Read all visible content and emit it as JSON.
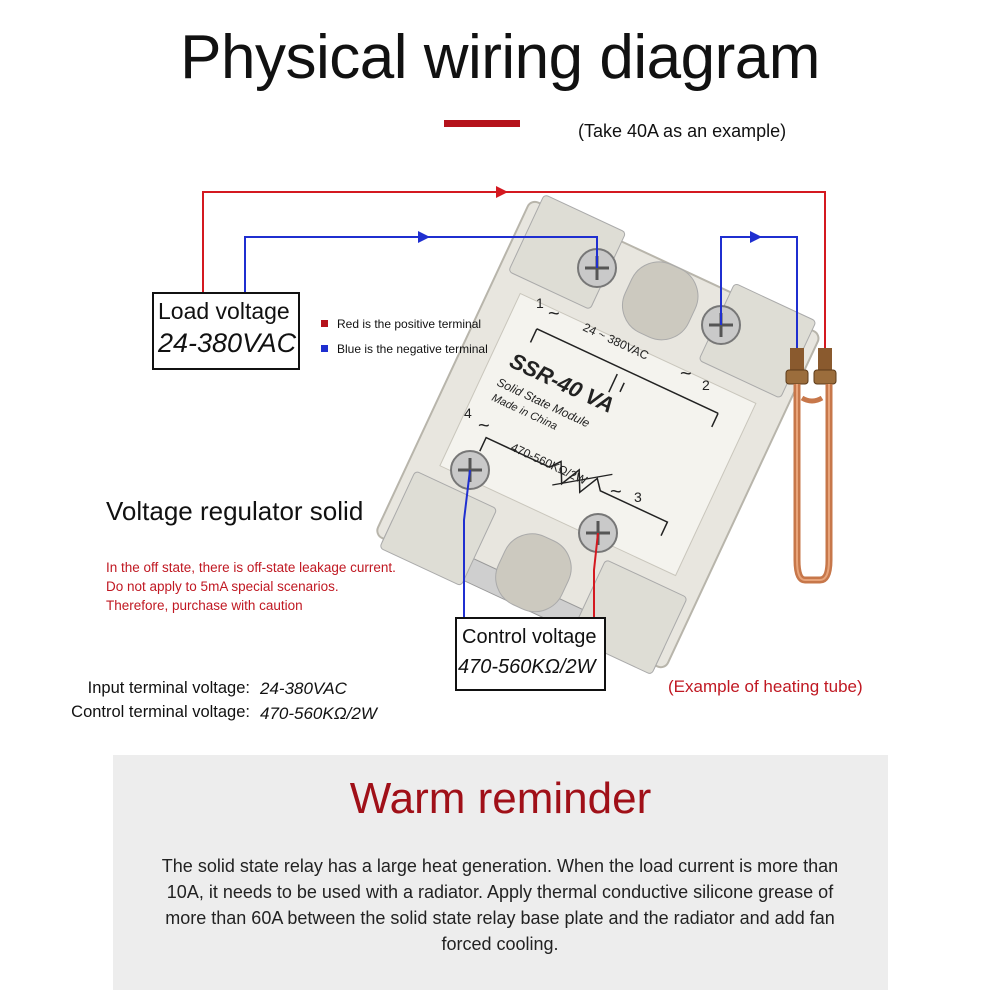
{
  "header": {
    "title": "Physical wiring diagram",
    "subtitle": "(Take 40A as an example)"
  },
  "load_voltage": {
    "label": "Load voltage",
    "value": "24-380VAC"
  },
  "legend": {
    "red": "Red is the positive terminal",
    "blue": "Blue is the negative terminal"
  },
  "relay": {
    "model": "SSR-40 VA",
    "type": "Solid State Module",
    "origin": "Made in China",
    "load_rating": "24 ~ 380VAC",
    "control_rating": "470-560KΩ/2W",
    "terminals": [
      "1",
      "2",
      "3",
      "4"
    ],
    "tilde": "~"
  },
  "regulator": {
    "title": "Voltage regulator solid",
    "warnings": [
      "In the off state, there is off-state leakage current.",
      "Do not apply to 5mA special scenarios.",
      "Therefore, purchase with caution"
    ]
  },
  "control_voltage": {
    "label": "Control voltage",
    "value": "470-560KΩ/2W"
  },
  "specs": [
    {
      "label": "Input terminal voltage:",
      "value": "24-380VAC"
    },
    {
      "label": "Control terminal voltage:",
      "value": "470-560KΩ/2W"
    }
  ],
  "heating_caption": "(Example of heating tube)",
  "reminder": {
    "title": "Warm reminder",
    "body": "The solid state relay has a large heat generation. When the load current is more than 10A, it needs to be used with a radiator. Apply thermal conductive silicone grease of more than 60A between the solid state relay base plate and the radiator and add fan forced cooling."
  },
  "colors": {
    "positive_wire": "#d41920",
    "negative_wire": "#1f2fd0",
    "accent_red": "#b5121b",
    "copper": "#c7774a"
  }
}
